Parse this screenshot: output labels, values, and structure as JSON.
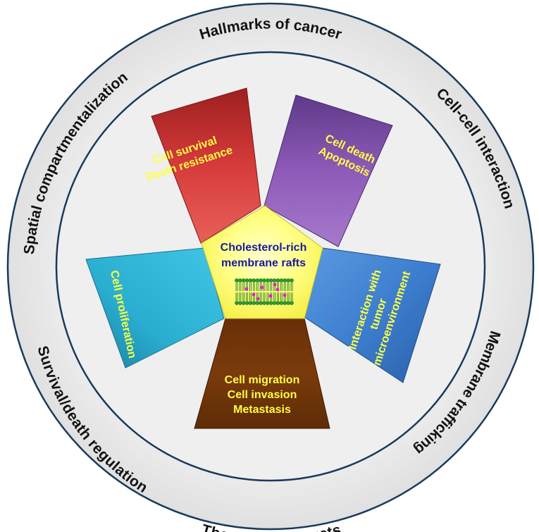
{
  "outer_ring": {
    "top": "Hallmarks of cancer",
    "bottom": "Therapeutic targets",
    "upper_left": "Spatial compartmentalization",
    "lower_left": "Survival/death regulation",
    "upper_right": "Cell-cell interaction",
    "lower_right": "Membrane trafficking"
  },
  "center": {
    "line1": "Cholesterol-rich",
    "line2": "membrane rafts",
    "icon": "lipid-bilayer-icon",
    "color": "#ffff66",
    "text_color": "#1a1a9a"
  },
  "petals": {
    "survival": {
      "line1": "Cell survival",
      "line2": "Death resistance",
      "color": "#d63b3b"
    },
    "death": {
      "line1": "Cell death",
      "line2": "Apoptosis",
      "color": "#8e5bb8"
    },
    "proliferation": {
      "line1": "Cell proliferation",
      "color": "#2aaed0"
    },
    "microenvironment": {
      "line1": "Interaction with",
      "line2": "tumor",
      "line3": "microenvironment",
      "color": "#3d7fcf"
    },
    "migration": {
      "line1": "Cell migration",
      "line2": "Cell invasion",
      "line3": "Metastasis",
      "color": "#7a3b0c"
    }
  },
  "label_color": "#ffff44"
}
